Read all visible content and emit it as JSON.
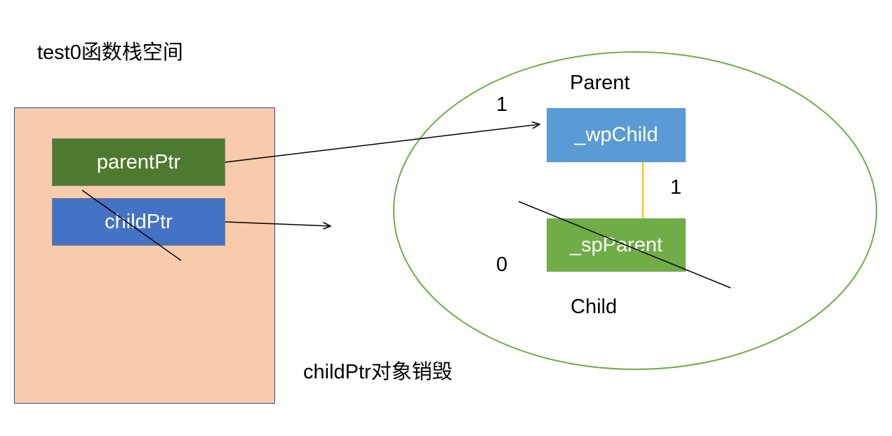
{
  "stack_frame": {
    "title": "test0函数栈空间",
    "fill": "#f8cbad",
    "border": "#2f4f8f",
    "variables": [
      {
        "label": "parentPtr",
        "fill": "#4e7a2f"
      },
      {
        "label": "childPtr",
        "fill": "#4472c4"
      }
    ]
  },
  "heap_region": {
    "outline": "#70ad47",
    "parent_object": {
      "label": "Parent",
      "member": "_wpChild",
      "member_fill": "#5b9bd5",
      "ref_count": "1"
    },
    "child_object": {
      "label": "Child",
      "member": "_spParent",
      "member_fill": "#70ad47",
      "ref_count": "0"
    },
    "weak_link_count": "1",
    "weak_link_color": "#ffc000"
  },
  "caption": "childPtr对象销毁"
}
